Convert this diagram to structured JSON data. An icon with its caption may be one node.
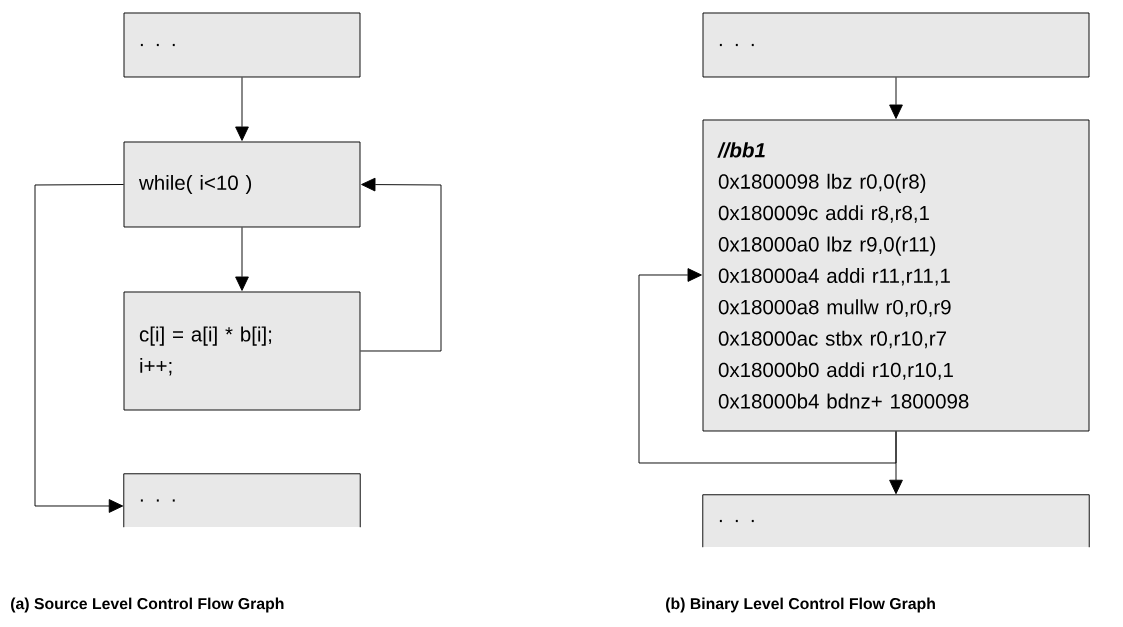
{
  "diagram": {
    "nodes": [
      {
        "text": [
          ". . ."
        ]
      },
      {
        "text": [
          "while( i<10 )"
        ]
      },
      {
        "text": [
          "c[i] = a[i] * b[i];",
          "i++;"
        ]
      },
      {
        "text": [
          ". . ."
        ]
      },
      {
        "text": [
          ". . ."
        ]
      },
      {
        "text": [
          "//bb1",
          "0x1800098 lbz r0,0(r8)",
          "0x180009c addi r8,r8,1",
          "0x18000a0 lbz r9,0(r11)",
          "0x18000a4 addi r11,r11,1",
          "0x18000a8 mullw r0,r0,r9",
          "0x18000ac stbx r0,r10,r7",
          "0x18000b0 addi r10,r10,1",
          "0x18000b4 bdnz+ 1800098"
        ]
      },
      {
        "text": [
          ". . ."
        ]
      }
    ],
    "edges": [
      {
        "from": 0,
        "to": 1,
        "arrow": "to"
      },
      {
        "from": 1,
        "to": 2,
        "arrow": "to"
      },
      {
        "from": 2,
        "to": 1,
        "arrow": "to"
      },
      {
        "from": 1,
        "to": 3,
        "arrow": "to"
      },
      {
        "from": 4,
        "to": 5,
        "arrow": "to"
      },
      {
        "from": 5,
        "to": 6,
        "arrow": "to"
      },
      {
        "from": 5,
        "to": 5,
        "arrow": "to"
      }
    ],
    "labels": [
      "(a) Source Level Control Flow Graph",
      "(b) Binary Level Control Flow Graph"
    ]
  }
}
